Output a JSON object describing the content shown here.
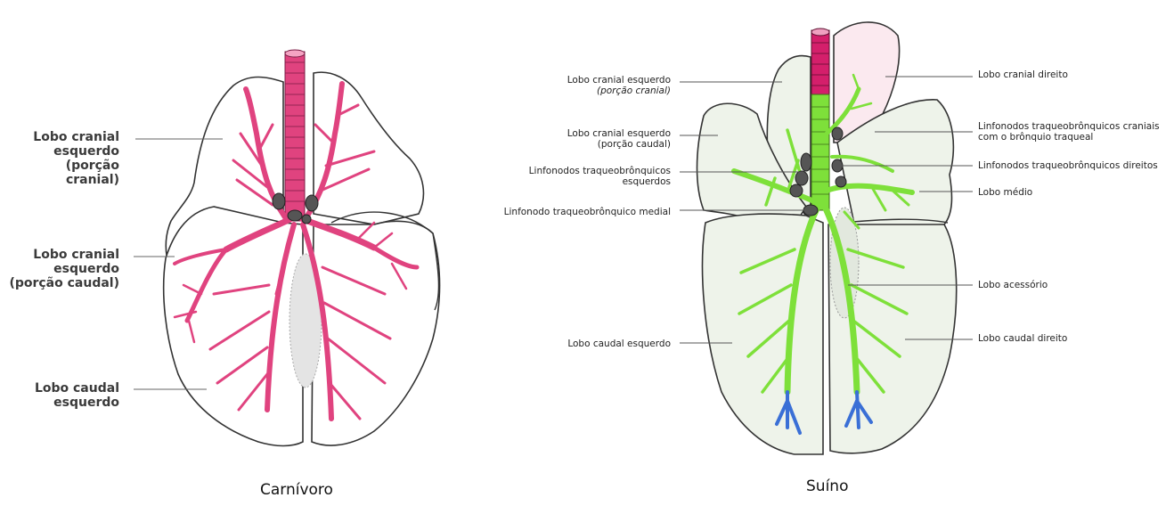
{
  "diagrams": [
    {
      "caption": "Carnívoro",
      "colors": {
        "airway": "#e0437f",
        "lymph_node": "#555555",
        "accessory_lobe": "#bbbbbb"
      },
      "labels": [
        {
          "line1": "Lobo cranial",
          "line2": "esquerdo",
          "line3": "(porção cranial)"
        },
        {
          "line1": "Lobo cranial",
          "line2": "esquerdo",
          "line3": "(porção caudal)"
        },
        {
          "line1": "Lobo caudal",
          "line2": "esquerdo"
        }
      ]
    },
    {
      "caption": "Suíno",
      "colors": {
        "airway": "#7ee03a",
        "trachea_upper": "#d41f6b",
        "distal_bronchi": "#3a6fd6",
        "lymph_node": "#555555",
        "lung_tint": "#eef3ea"
      },
      "labels_left": [
        {
          "line1": "Lobo cranial esquerdo",
          "line2": "(porção cranial)"
        },
        {
          "line1": "Lobo cranial esquerdo",
          "line2": "(porção caudal)"
        },
        {
          "line1": "Linfonodos traqueobrônquicos",
          "line2": "esquerdos"
        },
        {
          "line1": "Linfonodo traqueobrônquico medial"
        },
        {
          "line1": "Lobo caudal esquerdo"
        }
      ],
      "labels_right": [
        {
          "line1": "Lobo cranial direito"
        },
        {
          "line1": "Linfonodos traqueobrônquicos craniais",
          "line2": "com o brônquio traqueal"
        },
        {
          "line1": "Linfonodos traqueobrônquicos direitos"
        },
        {
          "line1": "Lobo médio"
        },
        {
          "line1": "Lobo acessório"
        },
        {
          "line1": "Lobo caudal direito"
        }
      ]
    }
  ]
}
